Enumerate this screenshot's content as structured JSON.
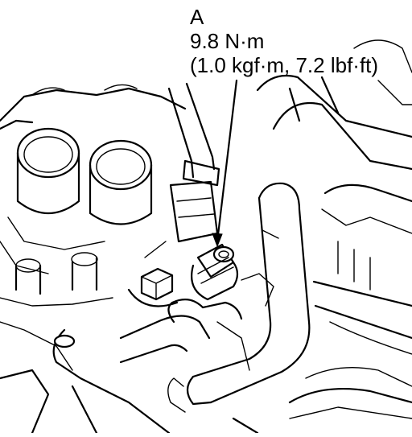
{
  "callout": {
    "label": "A",
    "torque_nm": "9.8 N·m",
    "torque_alt": "(1.0 kgf·m, 7.2 lbf·ft)"
  },
  "colors": {
    "line": "#000000",
    "background": "#ffffff"
  }
}
